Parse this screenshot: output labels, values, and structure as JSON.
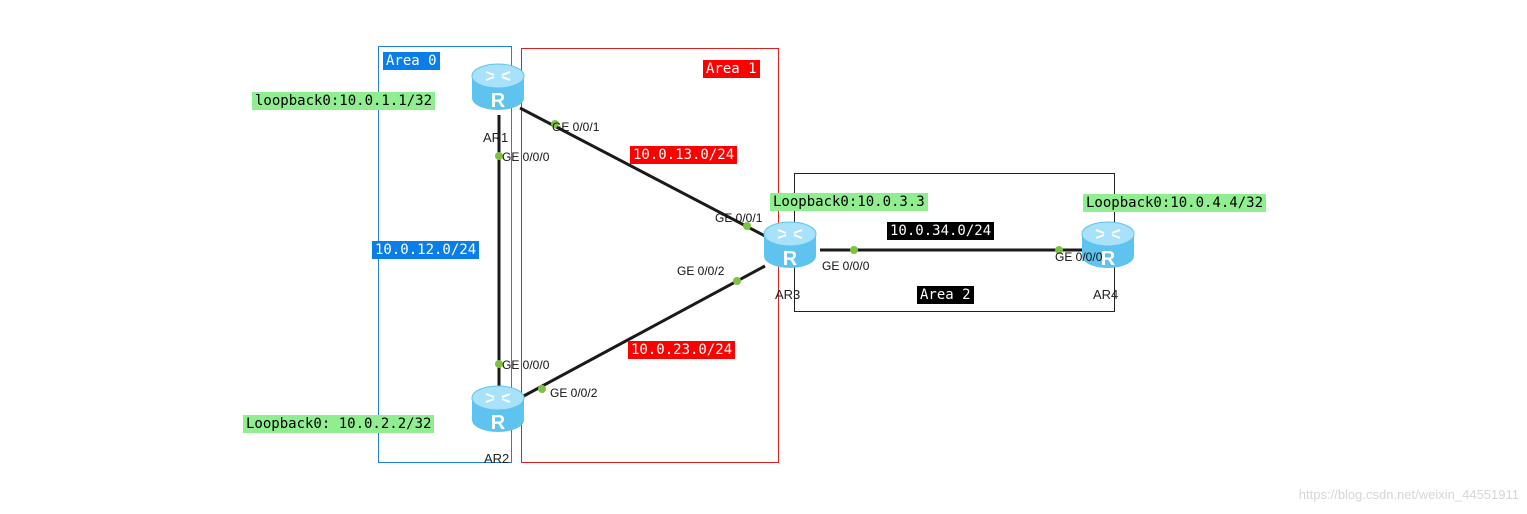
{
  "areas": {
    "area0": "Area 0",
    "area1": "Area 1",
    "area2": "Area 2"
  },
  "subnets": {
    "ar1_ar2": "10.0.12.0/24",
    "ar1_ar3": "10.0.13.0/24",
    "ar2_ar3": "10.0.23.0/24",
    "ar3_ar4": "10.0.34.0/24"
  },
  "loopbacks": {
    "ar1": "loopback0:10.0.1.1/32",
    "ar2": "Loopback0: 10.0.2.2/32",
    "ar3": "Loopback0:10.0.3.3",
    "ar4": "Loopback0:10.0.4.4/32"
  },
  "routers": {
    "ar1": "AR1",
    "ar2": "AR2",
    "ar3": "AR3",
    "ar4": "AR4",
    "icon_letter": "R"
  },
  "ports": {
    "ar1_ge001": "GE 0/0/1",
    "ar1_ge000": "GE 0/0/0",
    "ar2_ge000": "GE 0/0/0",
    "ar2_ge002": "GE 0/0/2",
    "ar3_ge001": "GE 0/0/1",
    "ar3_ge002": "GE 0/0/2",
    "ar3_ge000": "GE 0/0/0",
    "ar4_ge000": "GE 0/0/0"
  },
  "colors": {
    "area0": "#1e7fe0",
    "area1": "#e02020",
    "area2": "#222222",
    "loopback_bg": "#90ee90",
    "router_body": "#5fc3ef",
    "port_dot": "#7dc242"
  },
  "icons": {
    "router": "router-icon"
  },
  "watermark": "https://blog.csdn.net/weixin_44551911"
}
